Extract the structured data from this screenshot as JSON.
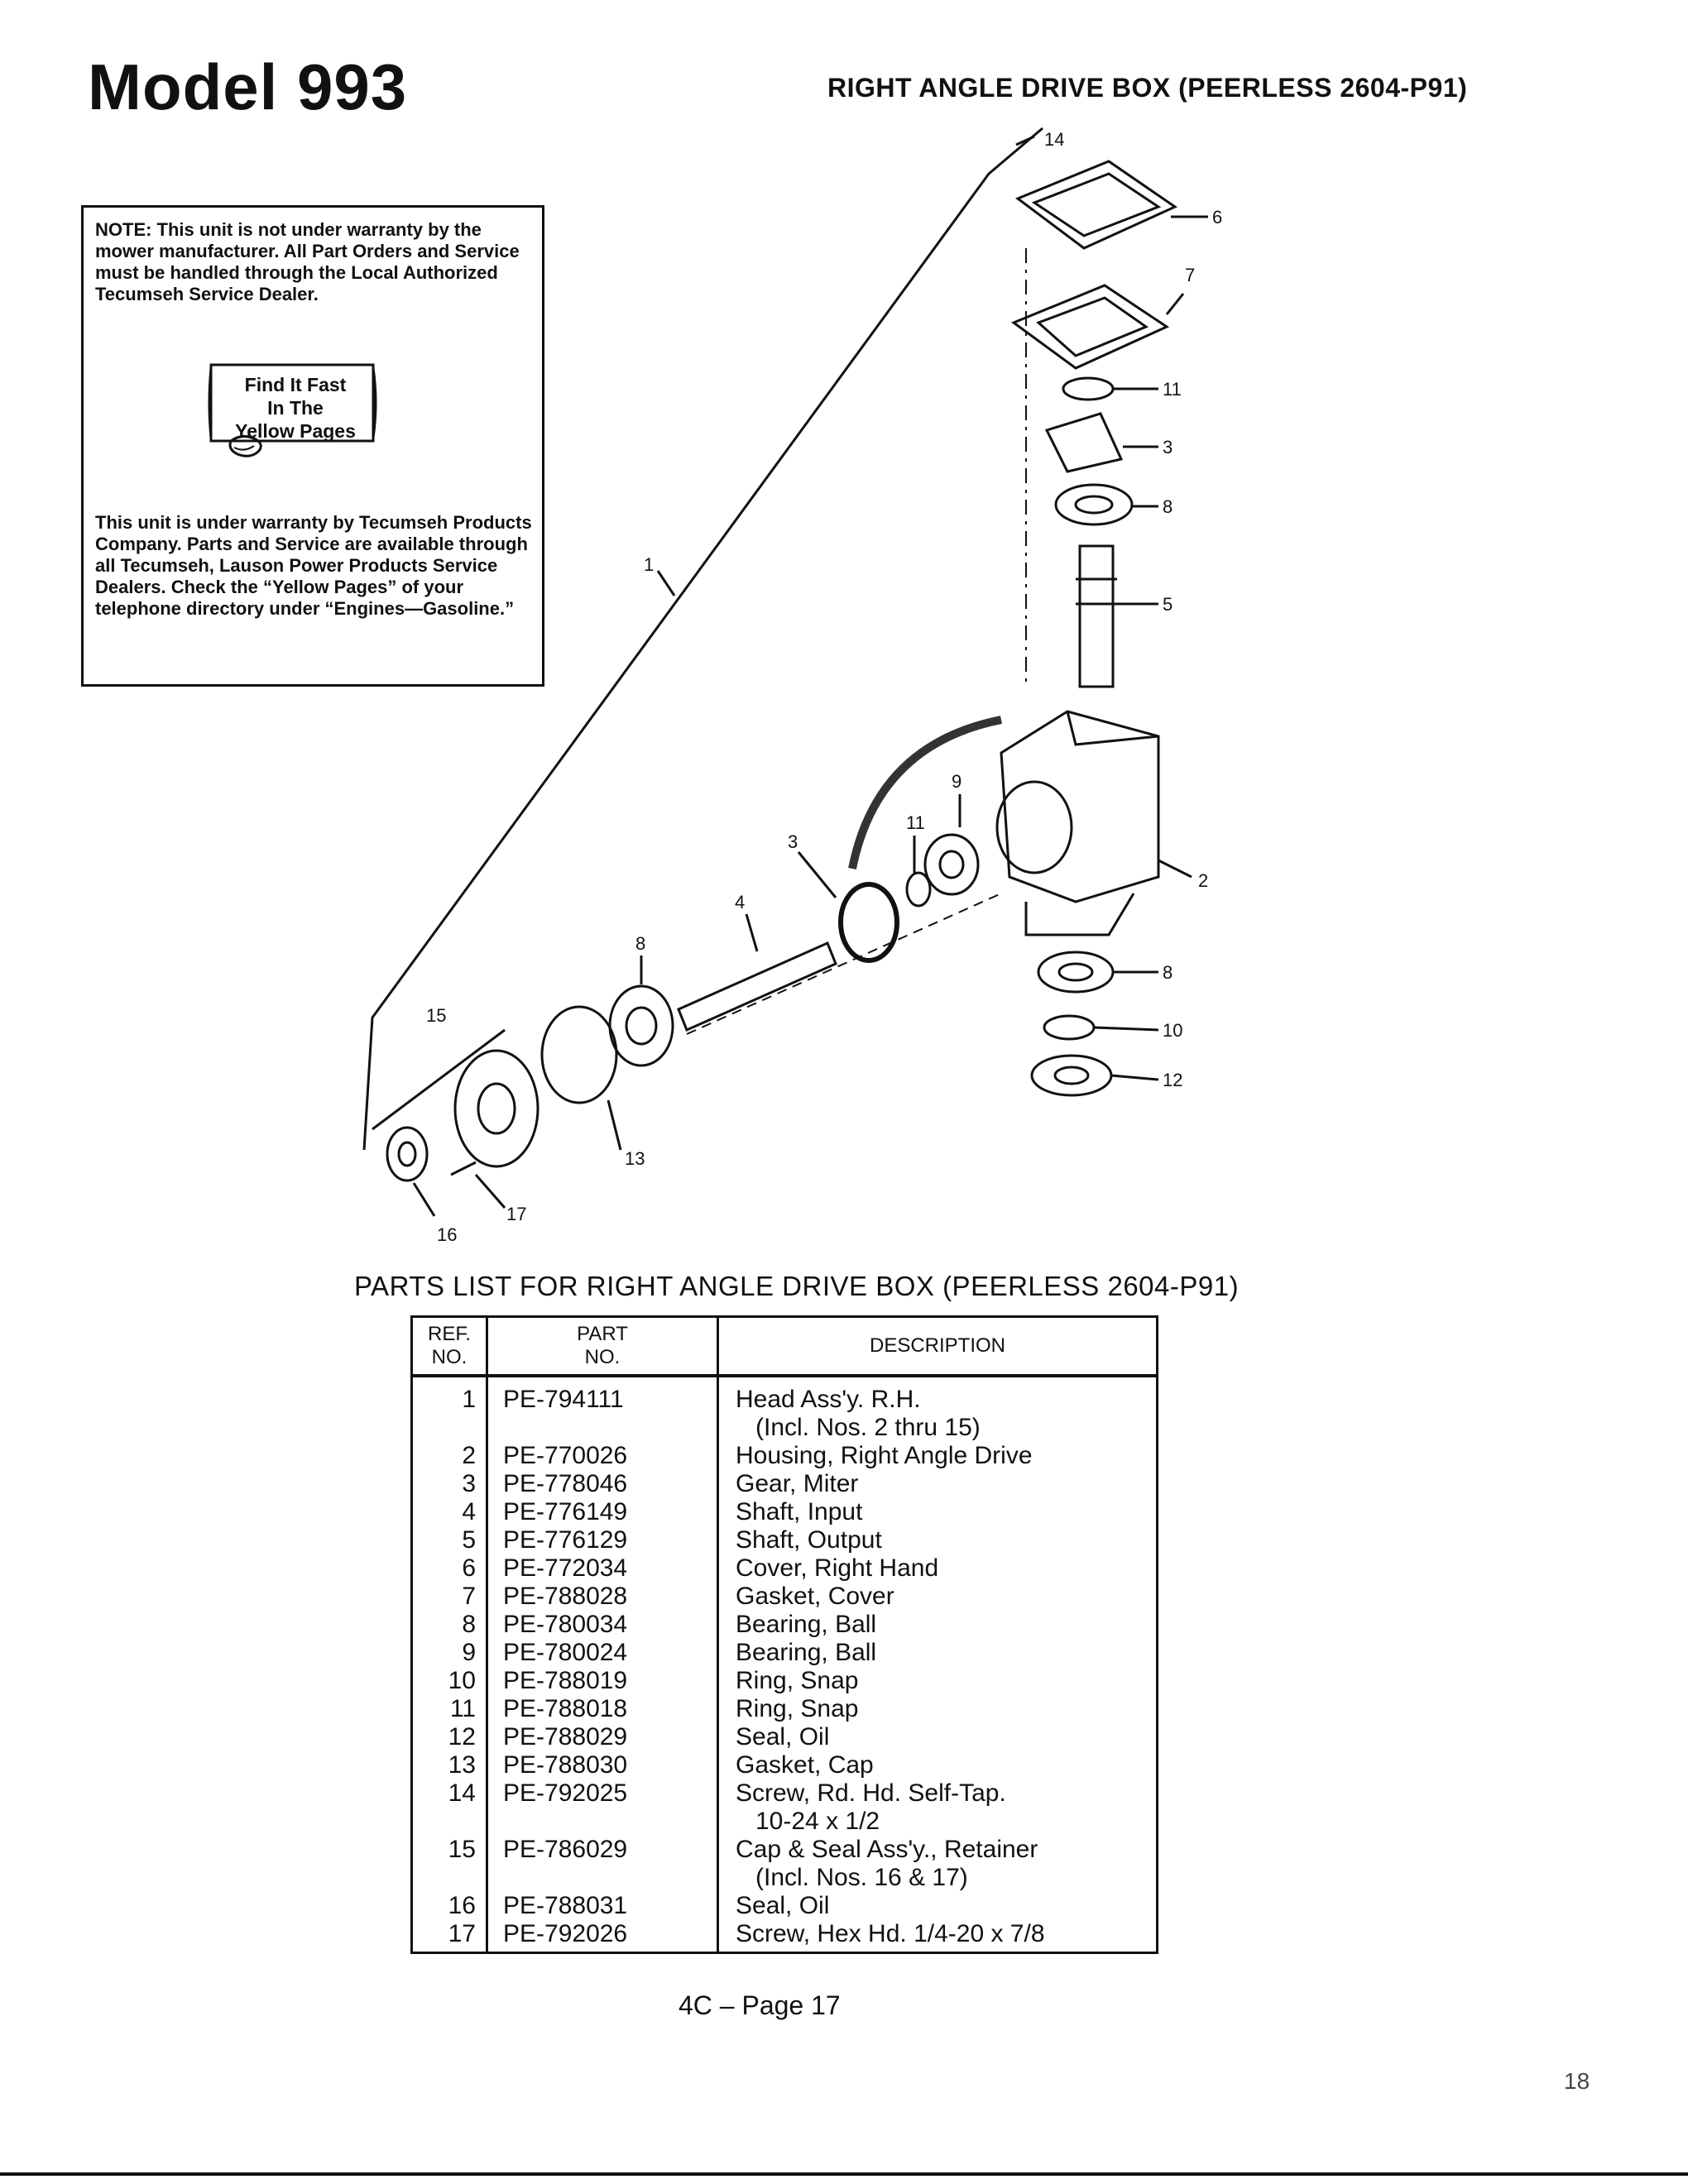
{
  "header": {
    "model": "Model 993",
    "title": "RIGHT ANGLE DRIVE BOX (PEERLESS 2604-P91)"
  },
  "note": {
    "mower_notice": "NOTE: This unit is not under warranty by the mower manufacturer. All Part Orders and Service must be handled through the Local Authorized Tecumseh Service Dealer.",
    "yellow_pages": [
      "Find It Fast",
      "In The",
      "Yellow Pages"
    ],
    "warranty_notice": "This unit is under warranty by Tecumseh Products Company. Parts and Service are available through all Tecumseh, Lauson Power Products Service Dealers. Check the “Yellow Pages” of your telephone directory under “Engines—Gasoline.”"
  },
  "diagram": {
    "callouts": [
      "1",
      "2",
      "3",
      "3",
      "4",
      "5",
      "6",
      "7",
      "8",
      "8",
      "8",
      "9",
      "10",
      "11",
      "11",
      "12",
      "13",
      "14",
      "15",
      "16",
      "17"
    ]
  },
  "parts_list": {
    "title": "PARTS LIST FOR RIGHT ANGLE DRIVE BOX (PEERLESS 2604-P91)",
    "headers": {
      "ref_1": "REF.",
      "ref_2": "NO.",
      "part_1": "PART",
      "part_2": "NO.",
      "description": "DESCRIPTION"
    },
    "rows": [
      {
        "ref": "1",
        "part": "PE-794111",
        "desc": "Head Ass'y. R.H.",
        "sub": "(Incl. Nos. 2 thru 15)"
      },
      {
        "ref": "2",
        "part": "PE-770026",
        "desc": "Housing, Right Angle Drive"
      },
      {
        "ref": "3",
        "part": "PE-778046",
        "desc": "Gear, Miter"
      },
      {
        "ref": "4",
        "part": "PE-776149",
        "desc": "Shaft, Input"
      },
      {
        "ref": "5",
        "part": "PE-776129",
        "desc": "Shaft, Output"
      },
      {
        "ref": "6",
        "part": "PE-772034",
        "desc": "Cover, Right Hand"
      },
      {
        "ref": "7",
        "part": "PE-788028",
        "desc": "Gasket, Cover"
      },
      {
        "ref": "8",
        "part": "PE-780034",
        "desc": "Bearing, Ball"
      },
      {
        "ref": "9",
        "part": "PE-780024",
        "desc": "Bearing, Ball"
      },
      {
        "ref": "10",
        "part": "PE-788019",
        "desc": "Ring, Snap"
      },
      {
        "ref": "11",
        "part": "PE-788018",
        "desc": "Ring, Snap"
      },
      {
        "ref": "12",
        "part": "PE-788029",
        "desc": "Seal, Oil"
      },
      {
        "ref": "13",
        "part": "PE-788030",
        "desc": "Gasket, Cap"
      },
      {
        "ref": "14",
        "part": "PE-792025",
        "desc": "Screw, Rd. Hd. Self-Tap.",
        "sub": "10-24 x 1/2"
      },
      {
        "ref": "15",
        "part": "PE-786029",
        "desc": "Cap & Seal Ass'y., Retainer",
        "sub": "(Incl. Nos. 16 & 17)"
      },
      {
        "ref": "16",
        "part": "PE-788031",
        "desc": "Seal, Oil"
      },
      {
        "ref": "17",
        "part": "PE-792026",
        "desc": "Screw, Hex Hd. 1/4-20 x 7/8"
      }
    ]
  },
  "footer": {
    "page": "4C – Page 17",
    "corner_mark": "18"
  }
}
